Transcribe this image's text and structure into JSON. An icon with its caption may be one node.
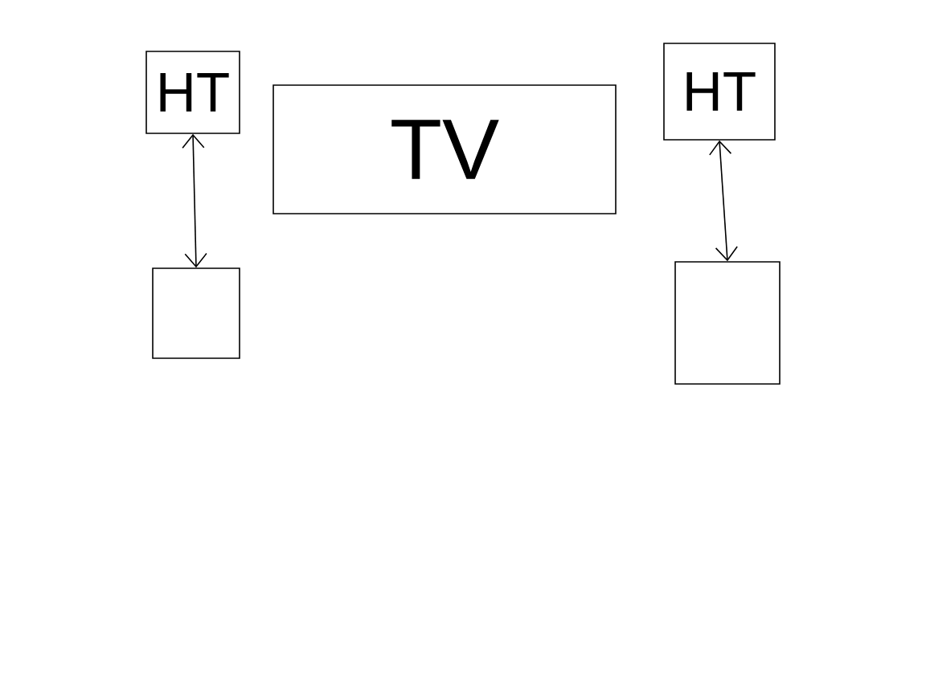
{
  "diagram": {
    "nodes": [
      {
        "text": [
          "HT"
        ]
      },
      {
        "text": [
          "TV"
        ]
      },
      {
        "text": [
          "HT"
        ]
      },
      {
        "text": [],
        "shape": "box"
      },
      {
        "text": [],
        "shape": "box"
      }
    ],
    "edges": [
      {
        "from": 0,
        "to": 3,
        "arrow": "both"
      },
      {
        "from": 2,
        "to": 4,
        "arrow": "both"
      }
    ]
  }
}
